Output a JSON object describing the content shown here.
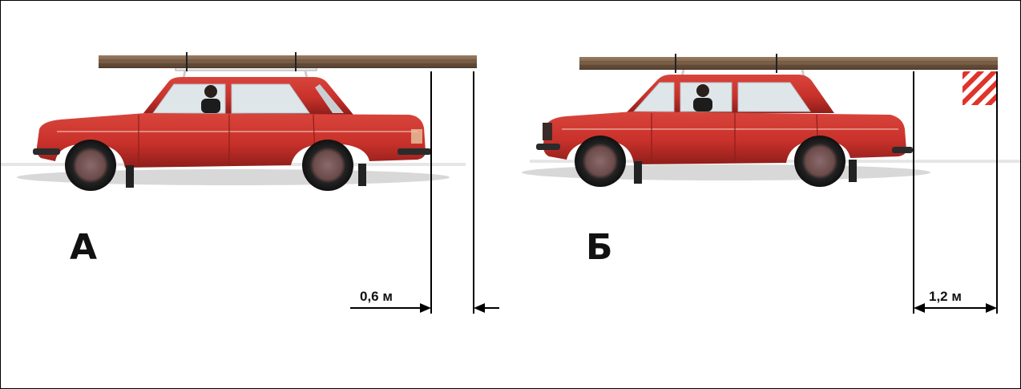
{
  "panels": [
    {
      "letter": "А",
      "dimension": "0,6 м"
    },
    {
      "letter": "Б",
      "dimension": "1,2 м"
    }
  ],
  "colors": {
    "car_body": "#c9312b",
    "car_body_dark": "#8e1e1a",
    "wood": "#7a5f48",
    "wood_dark": "#4e3a2a",
    "warning_red": "#e0332a"
  }
}
